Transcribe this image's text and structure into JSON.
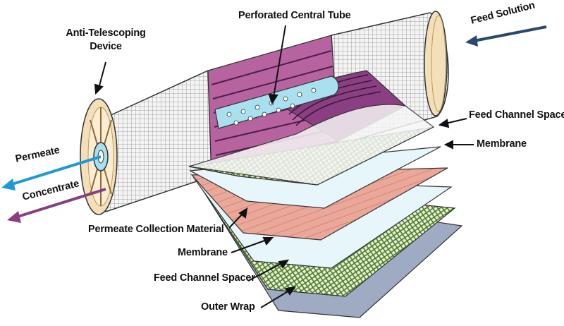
{
  "diagram": {
    "labels": {
      "anti_telescoping": "Anti-Telescoping\nDevice",
      "perforated_tube": "Perforated Central Tube",
      "feed_solution": "Feed Solution",
      "feed_channel_spacer_right": "Feed Channel Spacer",
      "membrane_right": "Membrane",
      "permeate": "Permeate",
      "concentrate": "Concentrate",
      "permeate_collection": "Permeate Collection Material",
      "membrane_bottom": "Membrane",
      "feed_channel_spacer_bottom": "Feed Channel Spacer",
      "outer_wrap": "Outer Wrap"
    },
    "colors": {
      "feed_arrow": "#2b4a6b",
      "permeate_arrow": "#1f9ad6",
      "concentrate_arrow": "#8a3f82",
      "membrane_roll": "#8a3f82",
      "spacer_mesh": "#5f8f3a",
      "membrane_sheet": "#e6f6fb",
      "permeate_collection": "#eba79a",
      "outer_wrap": "#9eabc2",
      "tube": "#a8e0f0",
      "cap": "#f3dfb8"
    }
  }
}
